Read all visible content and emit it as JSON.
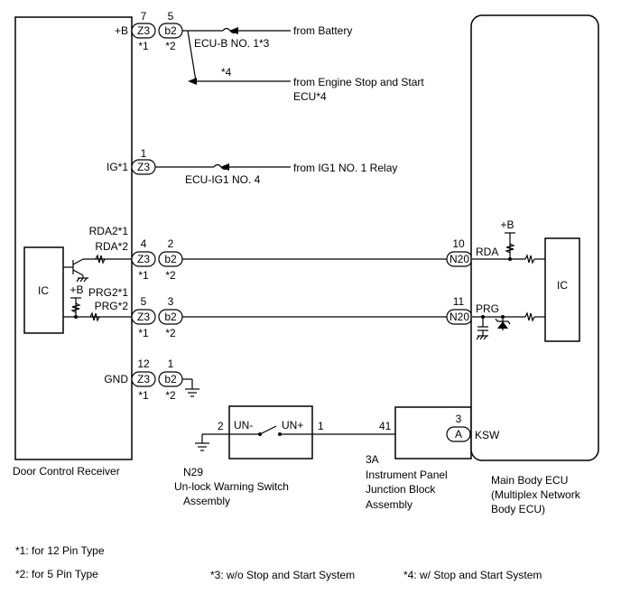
{
  "components": {
    "door_receiver": {
      "label": "Door Control Receiver",
      "ic": "IC"
    },
    "main_ecu": {
      "label_lines": [
        "Main Body ECU",
        "(Multiplex Network",
        "Body ECU)"
      ],
      "ic": "IC"
    },
    "junction_block": {
      "label_lines": [
        "3A",
        "Instrument Panel",
        "Junction Block",
        "Assembly"
      ]
    },
    "switch": {
      "label_lines": [
        "N29",
        "Un-lock Warning Switch",
        "Assembly"
      ],
      "pin_left": "UN-",
      "pin_right": "UN+"
    }
  },
  "terminals": {
    "b": "+B",
    "ig": "IG*1",
    "rda1": "RDA2*1",
    "rda2": "RDA*2",
    "prg1": "PRG2*1",
    "prg2": "PRG*2",
    "gnd": "GND",
    "pb": "+B",
    "ecu_pb": "+B",
    "ecu_rda": "RDA",
    "ecu_prg": "PRG",
    "ksw": "KSW"
  },
  "connectors": {
    "z3": "Z3",
    "b2": "b2",
    "n20": "N20",
    "a": "A",
    "note1": "*1",
    "note2": "*2",
    "note4": "*4"
  },
  "pins": {
    "b_z3": "7",
    "b_b2": "5",
    "ig_z3": "1",
    "rda_z3": "4",
    "rda_b2": "2",
    "rda_n20": "10",
    "prg_z3": "5",
    "prg_b2": "3",
    "prg_n20": "11",
    "gnd_z3": "12",
    "gnd_b2": "1",
    "sw_left": "2",
    "sw_right": "1",
    "jb_in": "41",
    "jb_a": "3"
  },
  "sources": {
    "battery": "from Battery",
    "engine_line1": "from Engine Stop and Start",
    "engine_line2": "ECU*4",
    "ig1": "from IG1 NO. 1 Relay"
  },
  "fuses": {
    "ecub": "ECU-B NO. 1*3",
    "ecuig1": "ECU-IG1 NO. 4"
  },
  "footnotes": {
    "n1": "*1: for 12 Pin Type",
    "n2": "*2: for 5 Pin Type",
    "n3": "*3: w/o Stop and Start System",
    "n4": "*4: w/ Stop and Start System"
  }
}
